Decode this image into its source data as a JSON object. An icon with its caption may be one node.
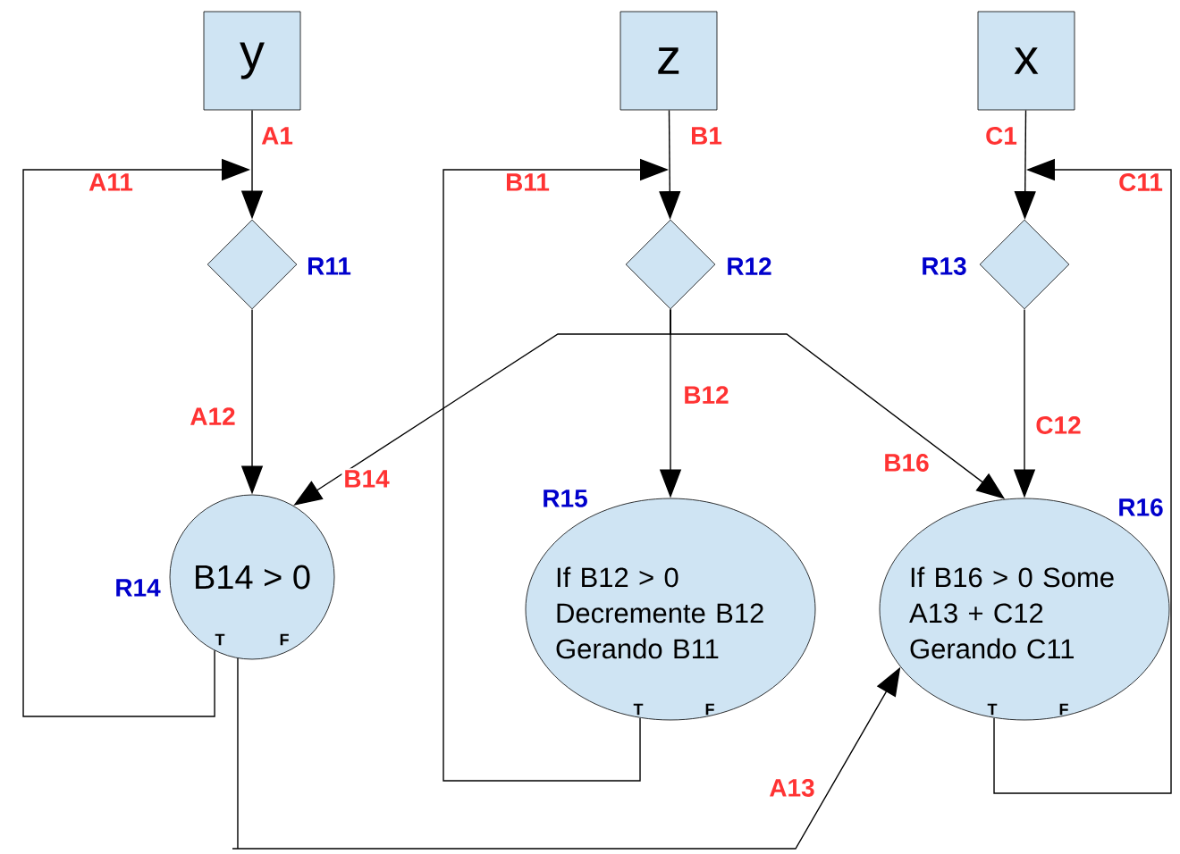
{
  "diagram": {
    "nodes": [
      {
        "text": [
          "y"
        ]
      },
      {
        "text": [
          "z"
        ]
      },
      {
        "text": [
          "x"
        ]
      },
      {
        "text": [],
        "shape": "diamond",
        "beside": [
          "R11"
        ]
      },
      {
        "text": [],
        "shape": "diamond",
        "beside": [
          "R12"
        ]
      },
      {
        "text": [],
        "shape": "diamond",
        "beside": [
          "R13"
        ]
      },
      {
        "text": [
          "B14 > 0",
          "T",
          "F"
        ],
        "beside": [
          "R14"
        ]
      },
      {
        "text": [
          "If B12 > 0 Decremente B12 Gerando B11",
          "T",
          "F"
        ],
        "beside": [
          "R15"
        ]
      },
      {
        "text": [
          "If B16 > 0 Some A13 + C12 Gerando C11",
          "T",
          "F"
        ],
        "beside": [
          "R16"
        ]
      }
    ],
    "edges": [
      {
        "from": 0,
        "to": 3,
        "arrow": "to",
        "label": "A1"
      },
      {
        "from": 6,
        "to": 3,
        "arrow": "to",
        "label": "A11"
      },
      {
        "from": 3,
        "to": 6,
        "arrow": "to",
        "label": "A12"
      },
      {
        "from": 1,
        "to": 4,
        "arrow": "to",
        "label": "B1"
      },
      {
        "from": 7,
        "to": 4,
        "arrow": "to",
        "label": "B11"
      },
      {
        "from": 4,
        "to": 7,
        "arrow": "to",
        "label": "B12"
      },
      {
        "from": 2,
        "to": 5,
        "arrow": "to",
        "label": "C1"
      },
      {
        "from": 8,
        "to": 5,
        "arrow": "to",
        "label": "C11"
      },
      {
        "from": 5,
        "to": 8,
        "arrow": "to",
        "label": "C12"
      },
      {
        "from": 4,
        "to": 6,
        "arrow": "to",
        "label": "B14"
      },
      {
        "from": 4,
        "to": 8,
        "arrow": "to",
        "label": "B16"
      },
      {
        "from": 6,
        "to": 8,
        "arrow": "to",
        "label": "A13"
      }
    ]
  }
}
